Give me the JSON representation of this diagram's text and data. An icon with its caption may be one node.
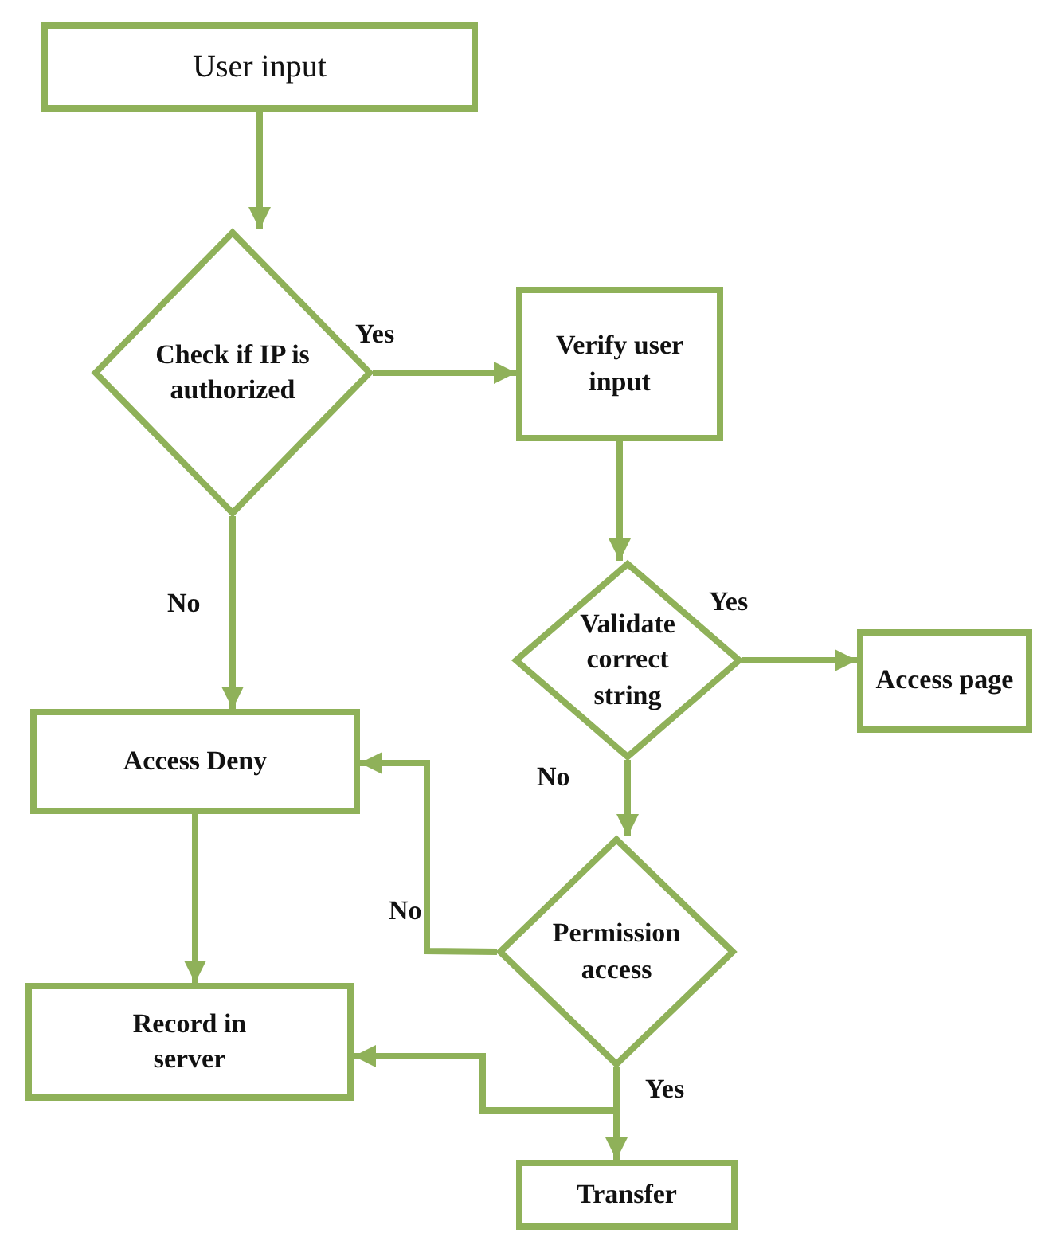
{
  "diagram": {
    "nodes": [
      {
        "text": [
          "User input"
        ]
      },
      {
        "text": [
          "Check if IP is authorized"
        ]
      },
      {
        "text": [
          "Verify user input"
        ]
      },
      {
        "text": [
          "Validate correct string"
        ]
      },
      {
        "text": [
          "Access page"
        ]
      },
      {
        "text": [
          "Access Deny"
        ]
      },
      {
        "text": [
          "Permission access"
        ]
      },
      {
        "text": [
          "Record in server"
        ]
      },
      {
        "text": [
          "Transfer"
        ]
      }
    ],
    "edges": [
      {
        "from": 0,
        "to": 1,
        "arrow": "to"
      },
      {
        "from": 1,
        "to": 2,
        "arrow": "to",
        "label": "Yes"
      },
      {
        "from": 1,
        "to": 5,
        "arrow": "to",
        "label": "No"
      },
      {
        "from": 2,
        "to": 3,
        "arrow": "to"
      },
      {
        "from": 3,
        "to": 4,
        "arrow": "to",
        "label": "Yes"
      },
      {
        "from": 3,
        "to": 6,
        "arrow": "to",
        "label": "No"
      },
      {
        "from": 6,
        "to": 5,
        "arrow": "to",
        "label": "No"
      },
      {
        "from": 6,
        "to": 8,
        "arrow": "to",
        "label": "Yes"
      },
      {
        "from": 6,
        "to": 7,
        "arrow": "to"
      },
      {
        "from": 5,
        "to": 7,
        "arrow": "to"
      }
    ]
  }
}
